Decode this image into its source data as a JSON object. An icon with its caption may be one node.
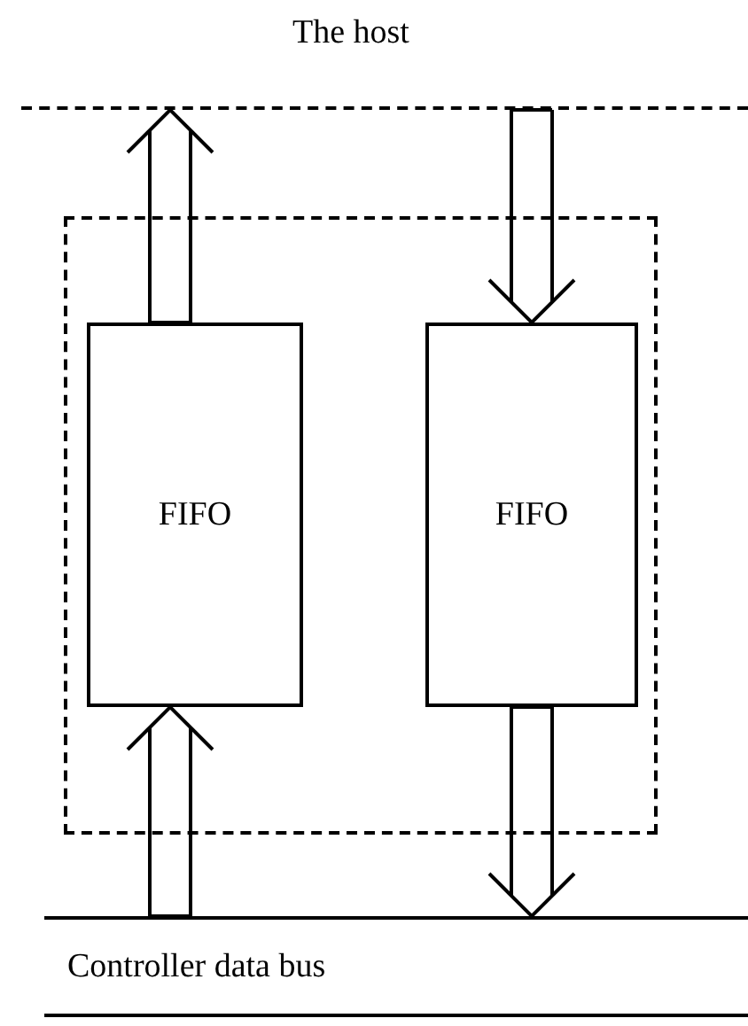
{
  "diagram": {
    "nodes": [
      {
        "text": [
          "The host"
        ]
      },
      {
        "text": [],
        "shape": "box"
      },
      {
        "text": [
          "FIFO"
        ],
        "in": 1
      },
      {
        "text": [
          "FIFO"
        ],
        "in": 1
      },
      {
        "text": [
          "Controller data bus"
        ]
      }
    ],
    "edges": [
      {
        "from": 4,
        "to": 2,
        "arrow": "to"
      },
      {
        "from": 2,
        "to": 0,
        "arrow": "to"
      },
      {
        "from": 0,
        "to": 3,
        "arrow": "to"
      },
      {
        "from": 3,
        "to": 4,
        "arrow": "to"
      }
    ]
  }
}
